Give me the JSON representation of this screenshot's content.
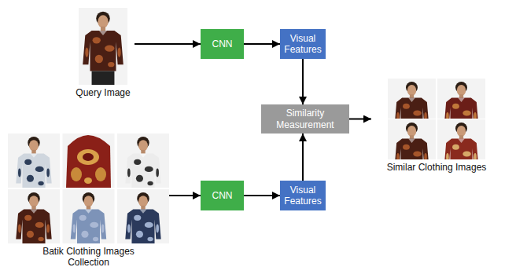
{
  "diagram": {
    "nodes": [
      {
        "text": [
          "Query Image"
        ]
      },
      {
        "text": [
          "CNN"
        ]
      },
      {
        "text": [
          "Visual Features"
        ]
      },
      {
        "text": [
          "Similarity Measurement"
        ]
      },
      {
        "text": [
          "Similar Clothing Images"
        ]
      },
      {
        "text": [
          "Batik Clothing Images Collection"
        ]
      },
      {
        "text": [
          "CNN"
        ]
      },
      {
        "text": [
          "Visual Features"
        ]
      }
    ],
    "edges": [
      {
        "from": 0,
        "to": 1,
        "arrow": "to"
      },
      {
        "from": 1,
        "to": 2,
        "arrow": "to"
      },
      {
        "from": 2,
        "to": 3,
        "arrow": "to"
      },
      {
        "from": 3,
        "to": 4,
        "arrow": "to"
      },
      {
        "from": 5,
        "to": 6,
        "arrow": "to"
      },
      {
        "from": 6,
        "to": 7,
        "arrow": "to"
      },
      {
        "from": 7,
        "to": 3,
        "arrow": "to"
      }
    ]
  }
}
